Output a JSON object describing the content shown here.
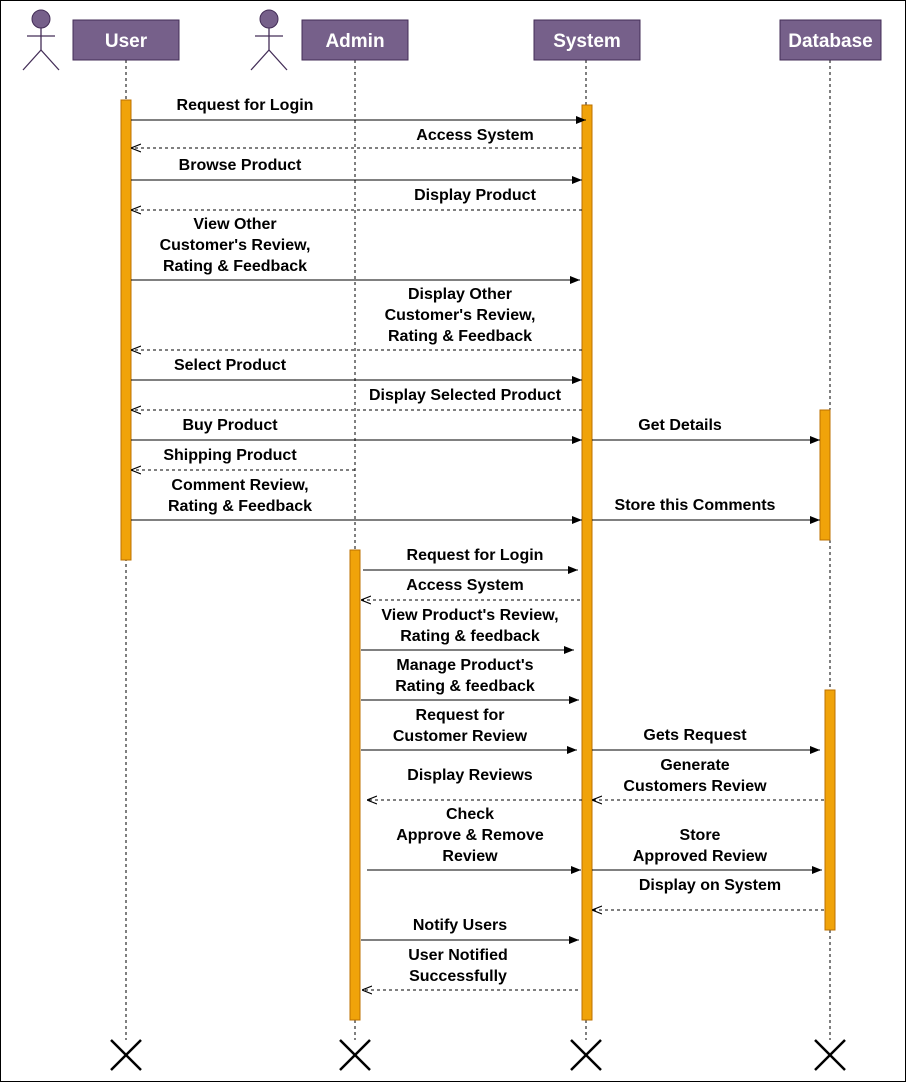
{
  "participants": [
    {
      "id": "user",
      "label": "User",
      "actor": true
    },
    {
      "id": "admin",
      "label": "Admin",
      "actor": true
    },
    {
      "id": "system",
      "label": "System",
      "actor": false
    },
    {
      "id": "database",
      "label": "Database",
      "actor": false
    }
  ],
  "messages": [
    {
      "from": "user",
      "to": "system",
      "type": "sync",
      "lines": [
        "Request for Login"
      ]
    },
    {
      "from": "system",
      "to": "user",
      "type": "return",
      "lines": [
        "Access System"
      ]
    },
    {
      "from": "user",
      "to": "system",
      "type": "sync",
      "lines": [
        "Browse Product"
      ]
    },
    {
      "from": "system",
      "to": "user",
      "type": "return",
      "lines": [
        "Display Product"
      ]
    },
    {
      "from": "user",
      "to": "system",
      "type": "sync",
      "lines": [
        "View Other",
        "Customer's Review,",
        "Rating & Feedback"
      ]
    },
    {
      "from": "system",
      "to": "user",
      "type": "return",
      "lines": [
        "Display Other",
        "Customer's Review,",
        "Rating & Feedback"
      ]
    },
    {
      "from": "user",
      "to": "system",
      "type": "sync",
      "lines": [
        "Select Product"
      ]
    },
    {
      "from": "system",
      "to": "user",
      "type": "return",
      "lines": [
        "Display Selected Product"
      ]
    },
    {
      "from": "user",
      "to": "system",
      "type": "sync",
      "lines": [
        "Buy Product"
      ]
    },
    {
      "from": "system",
      "to": "database",
      "type": "sync",
      "lines": [
        "Get Details"
      ]
    },
    {
      "from": "admin",
      "to": "user",
      "type": "return",
      "lines": [
        "Shipping Product"
      ]
    },
    {
      "from": "user",
      "to": "system",
      "type": "sync",
      "lines": [
        "Comment Review,",
        "Rating & Feedback"
      ]
    },
    {
      "from": "system",
      "to": "database",
      "type": "sync",
      "lines": [
        "Store this Comments"
      ]
    },
    {
      "from": "admin",
      "to": "system",
      "type": "sync",
      "lines": [
        "Request for Login"
      ]
    },
    {
      "from": "system",
      "to": "admin",
      "type": "return",
      "lines": [
        "Access System"
      ]
    },
    {
      "from": "admin",
      "to": "system",
      "type": "sync",
      "lines": [
        "View Product's Review,",
        "Rating & feedback"
      ]
    },
    {
      "from": "admin",
      "to": "system",
      "type": "sync",
      "lines": [
        "Manage Product's",
        "Rating & feedback"
      ]
    },
    {
      "from": "admin",
      "to": "system",
      "type": "sync",
      "lines": [
        "Request for",
        "Customer Review"
      ]
    },
    {
      "from": "system",
      "to": "database",
      "type": "sync",
      "lines": [
        "Gets Request"
      ]
    },
    {
      "from": "system",
      "to": "admin",
      "type": "return",
      "lines": [
        "Display Reviews"
      ]
    },
    {
      "from": "database",
      "to": "system",
      "type": "return",
      "lines": [
        "Generate",
        "Customers Review"
      ]
    },
    {
      "from": "admin",
      "to": "system",
      "type": "sync",
      "lines": [
        "Check",
        "Approve & Remove",
        "Review"
      ]
    },
    {
      "from": "system",
      "to": "database",
      "type": "sync",
      "lines": [
        "Store",
        "Approved Review"
      ]
    },
    {
      "from": "database",
      "to": "system",
      "type": "return",
      "lines": [
        "Display on System"
      ]
    },
    {
      "from": "admin",
      "to": "system",
      "type": "sync",
      "lines": [
        "Notify Users"
      ]
    },
    {
      "from": "system",
      "to": "admin",
      "type": "return",
      "lines": [
        "User Notified",
        "Successfully"
      ]
    }
  ],
  "colors": {
    "header_fill": "#76608a",
    "header_stroke": "#432d57",
    "activation_fill": "#f0a30a",
    "activation_stroke": "#bd7000",
    "line": "#000000"
  }
}
